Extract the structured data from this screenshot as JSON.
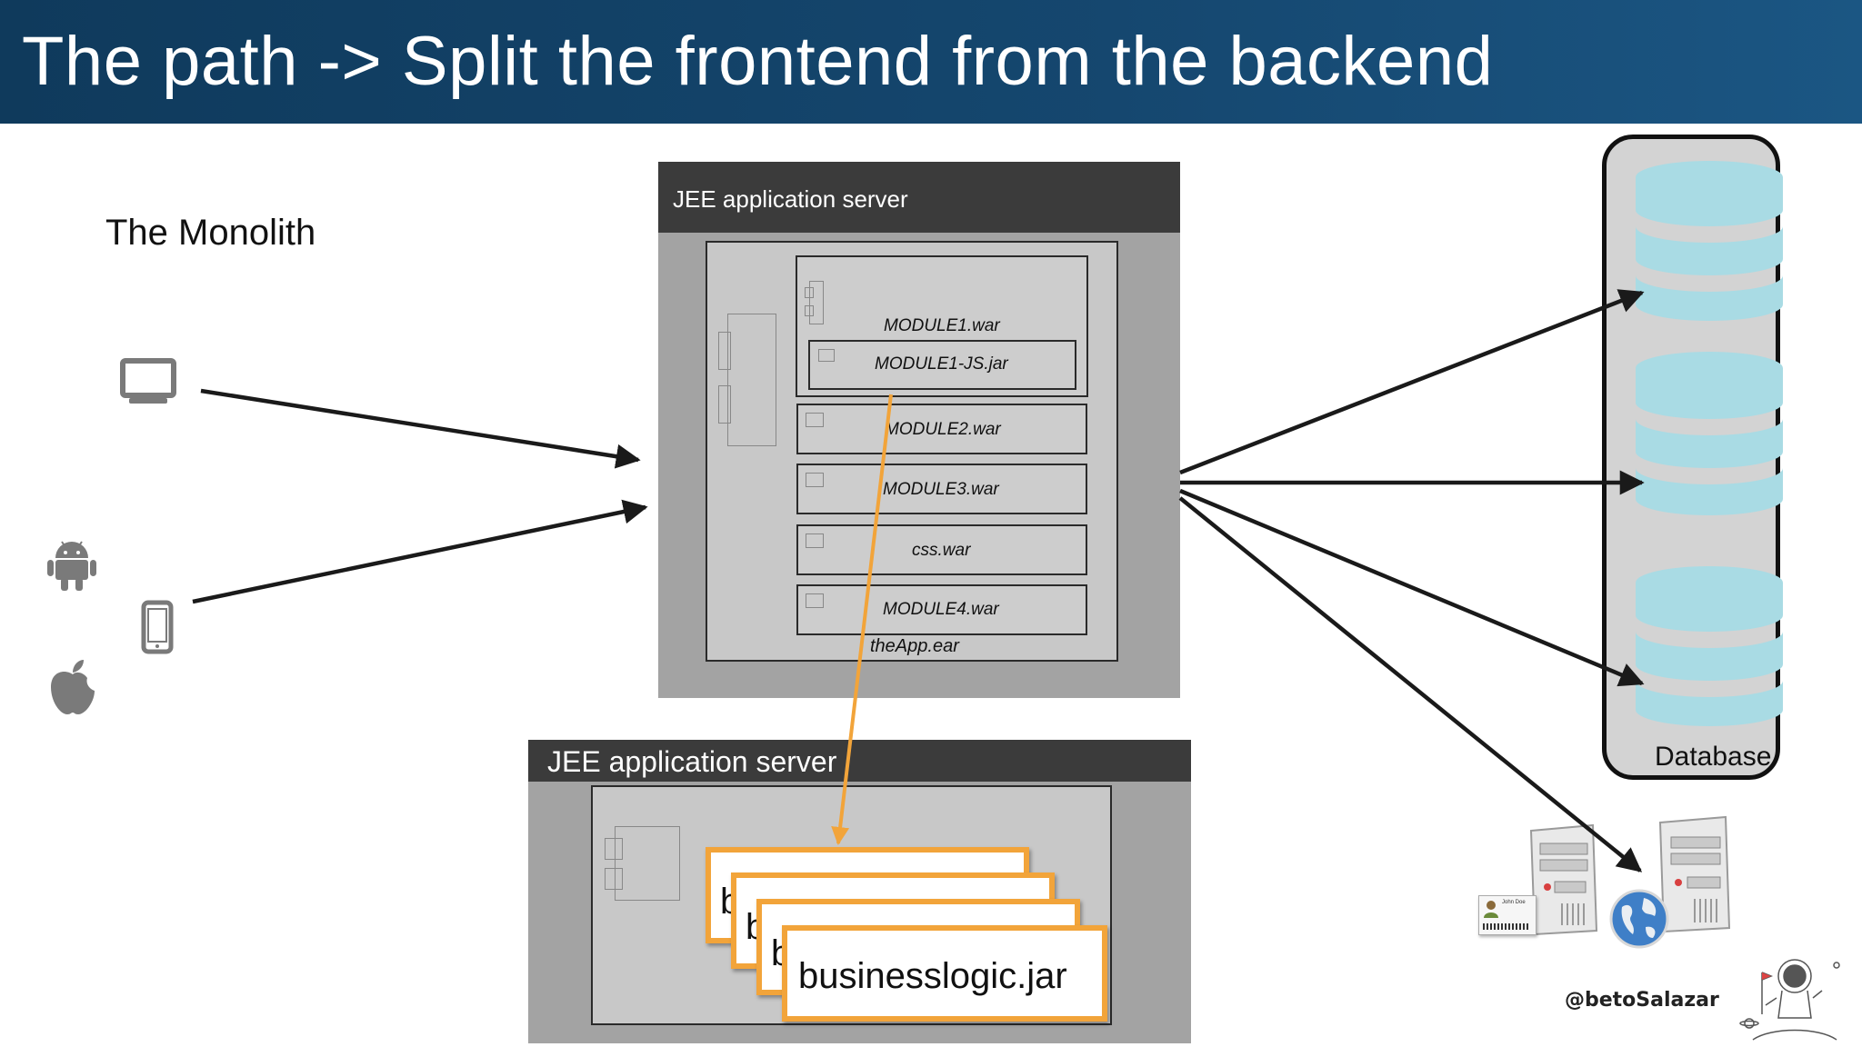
{
  "slide": {
    "title": "The path -> Split the frontend from the backend",
    "monolith_label": "The Monolith",
    "handle": "@betoSalazar"
  },
  "colors": {
    "title_bar": "#15476f",
    "server_header": "#3b3b3b",
    "server_body": "#a3a3a3",
    "card_border": "#f2a43a",
    "db_disk": "#a9dbe4",
    "arrow": "#1a1a1a",
    "orange_arrow": "#f2a43a"
  },
  "server_top": {
    "title": "JEE application server",
    "ear_label": "theApp.ear",
    "modules": [
      {
        "label": "MODULE1.war",
        "inner": "MODULE1-JS.jar"
      },
      {
        "label": "MODULE2.war"
      },
      {
        "label": "MODULE3.war"
      },
      {
        "label": "css.war"
      },
      {
        "label": "MODULE4.war"
      }
    ]
  },
  "server_bottom": {
    "title": "JEE application server",
    "card_stub": "b",
    "card_label": "businesslogic.jar"
  },
  "database": {
    "label": "Database"
  },
  "clients": [
    "desktop-icon",
    "android-icon",
    "phone-icon",
    "apple-icon"
  ],
  "id_card": {
    "name": "John Doe"
  }
}
